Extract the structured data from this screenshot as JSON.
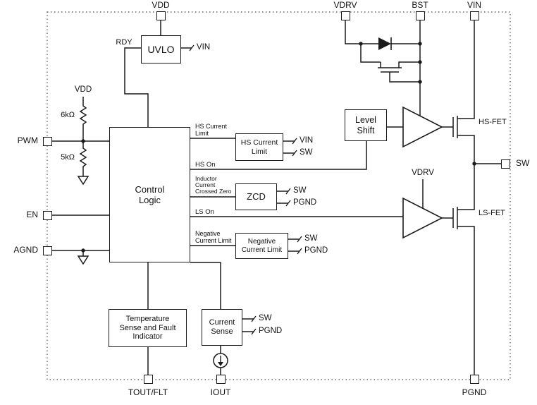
{
  "figure": {
    "pins": {
      "vdd": "VDD",
      "vdrv": "VDRV",
      "bst": "BST",
      "vin": "VIN",
      "pwm": "PWM",
      "en": "EN",
      "agnd": "AGND",
      "sw": "SW",
      "tout_flt": "TOUT/FLT",
      "iout": "IOUT",
      "pgnd": "PGND"
    },
    "blocks": {
      "uvlo": "UVLO",
      "control_logic": "Control\nLogic",
      "hs_current_limit": "HS Current\nLimit",
      "zcd": "ZCD",
      "negative_current_limit": "Negative\nCurrent Limit",
      "level_shift": "Level\nShift",
      "temp_sense": "Temperature\nSense and Fault\nIndicator",
      "current_sense": "Current\nSense"
    },
    "wire_labels": {
      "rdy": "RDY",
      "uvlo_vin": "VIN",
      "vdd_divider": "VDD",
      "r_top": "6kΩ",
      "r_bottom": "5kΩ",
      "hs_current_limit": "HS Current\nLimit",
      "hs_on": "HS On",
      "inductor_zero": "Inductor\nCurrent\nCrossed Zero",
      "ls_on": "LS On",
      "negative_current_limit": "Negative\nCurrent Limit",
      "hscl_vin": "VIN",
      "hscl_sw": "SW",
      "zcd_sw": "SW",
      "zcd_pgnd": "PGND",
      "ncl_sw": "SW",
      "ncl_pgnd": "PGND",
      "cs_sw": "SW",
      "cs_pgnd": "PGND",
      "vdrv_ls": "VDRV",
      "hs_fet": "HS-FET",
      "ls_fet": "LS-FET"
    },
    "colors": {
      "line": "#1a1a1a",
      "background": "#ffffff"
    }
  }
}
